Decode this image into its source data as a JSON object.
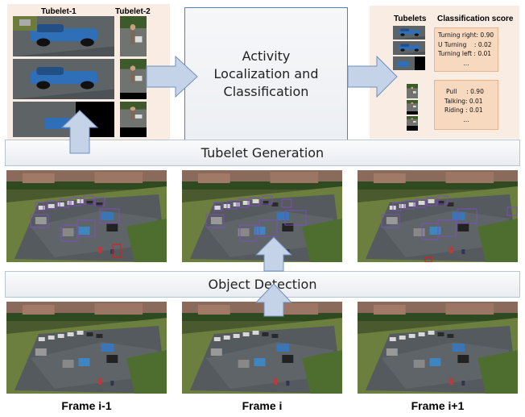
{
  "tubelets_panel": {
    "col1_header": "Tubelet-1",
    "col2_header": "Tubelet-2"
  },
  "stage_box": {
    "text": "Activity\nLocalization and\nClassification"
  },
  "classification_panel": {
    "tubelets_header": "Tubelets",
    "score_header": "Classification score",
    "scores_1": [
      "Turning right: 0.90",
      "U Turning    : 0.02",
      "Turning left : 0.01",
      "..."
    ],
    "scores_2": [
      "Pull     : 0.90",
      "Talking: 0.01",
      "Riding : 0.01",
      "..."
    ]
  },
  "bands": {
    "tubelet_generation": "Tubelet Generation",
    "object_detection": "Object Detection"
  },
  "frames": {
    "labels": [
      "Frame i-1",
      "Frame i",
      "Frame i+1"
    ]
  },
  "colors": {
    "arrow_fill": "#c5d3e8",
    "arrow_stroke": "#6f8fc0",
    "panel_bg": "#f9ece2",
    "box_car": "#7a4fb8",
    "box_person": "#d62020"
  }
}
